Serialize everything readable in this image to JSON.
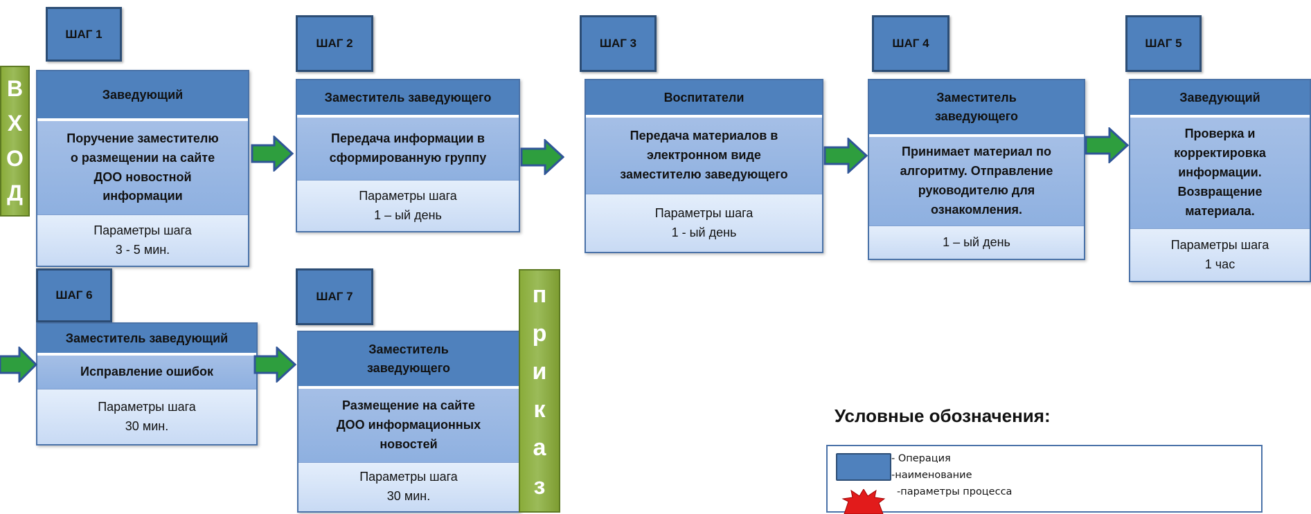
{
  "entry_bar": {
    "letters": [
      "В",
      "Х",
      "О",
      "Д"
    ]
  },
  "exit_bar": {
    "letters": [
      "п",
      "р",
      "и",
      "к",
      "а",
      "з"
    ]
  },
  "steps": [
    {
      "label": "ШАГ 1",
      "role": "Заведующий",
      "description": "Поручение заместителю\nо размещении на сайте\nДОО новостной\nинформации",
      "params": "Параметры шага\n3 - 5 мин."
    },
    {
      "label": "ШАГ 2",
      "role": "Заместитель заведующего",
      "description": "Передача информации  в\nсформированную группу",
      "params": "Параметры шага\n1 – ый день"
    },
    {
      "label": "ШАГ 3",
      "role": "Воспитатели",
      "description": "Передача материалов в\nэлектронном виде\nзаместителю заведующего",
      "params": "Параметры шага\n1  - ый день"
    },
    {
      "label": "ШАГ 4",
      "role": "Заместитель\nзаведующего",
      "description": "Принимает материал по\nалгоритму. Отправление\nруководителю для\nознакомления.",
      "params": "1 – ый день"
    },
    {
      "label": "ШАГ 5",
      "role": "Заведующий",
      "description": "Проверка и\nкорректировка\nинформации.\nВозвращение\nматериала.",
      "params": "Параметры шага\n1 час"
    },
    {
      "label": "ШАГ 6",
      "role": "Заместитель заведующий",
      "description": "Исправление ошибок",
      "params": "Параметры шага\n30 мин."
    },
    {
      "label": "ШАГ 7",
      "role": "Заместитель\nзаведующего",
      "description": "Размещение на сайте\nДОО информационных\nновостей",
      "params": "Параметры шага\n30 мин."
    }
  ],
  "legend": {
    "title": "Условные обозначения:",
    "items": [
      "- Операция",
      "-наименование",
      "-параметры процесса"
    ]
  },
  "colors": {
    "step_fill": "#4f81bd",
    "bar_green": "#9bbb59",
    "arrow_green": "#2e9e3e",
    "arrow_blue": "#2f5597",
    "legend_burst": "#e21b1b"
  }
}
